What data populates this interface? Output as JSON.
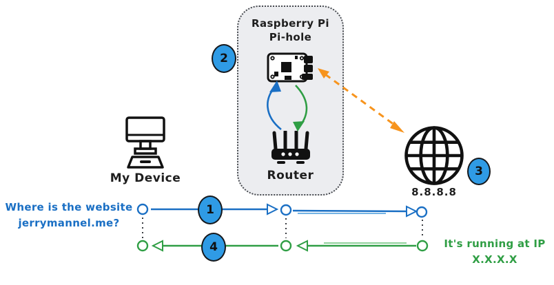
{
  "diagram": {
    "pihole_box": {
      "title": "Raspberry Pi\nPi-hole",
      "router_label": "Router"
    },
    "device": {
      "label": "My Device"
    },
    "internet": {
      "label": "8.8.8.8"
    },
    "badges": {
      "step1": "1",
      "step2": "2",
      "step3": "3",
      "step4": "4"
    },
    "messages": {
      "query": "Where is the website\njerrymannel.me?",
      "answer": "It's running at IP\nX.X.X.X"
    },
    "icons": [
      "raspberry-pi-board-icon",
      "router-icon",
      "desktop-computer-icon",
      "globe-icon"
    ],
    "colors": {
      "query_blue": "#1a6fc4",
      "reply_green": "#2f9e44",
      "dns_orange": "#f7941d",
      "badge_fill": "#2f9be5",
      "box_fill": "#ecedf0",
      "box_border": "#46494e",
      "ink": "#1e1e1e"
    }
  }
}
